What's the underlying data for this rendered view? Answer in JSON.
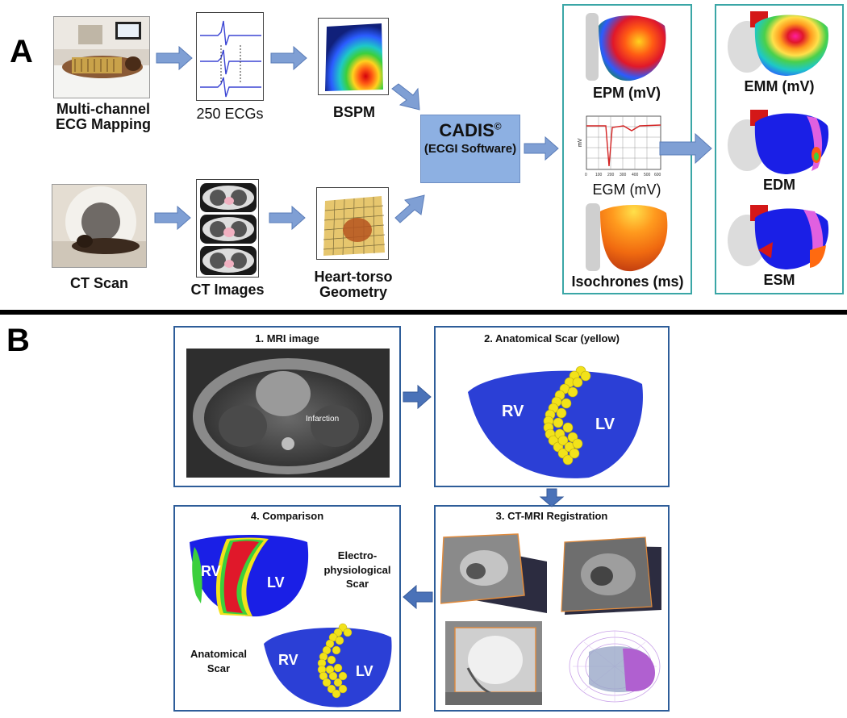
{
  "panel_a": {
    "letter": "A",
    "labels": {
      "mapping": "Multi-channel ECG Mapping",
      "ecgs": "250 ECGs",
      "bspm": "BSPM",
      "ct_scan": "CT Scan",
      "ct_images": "CT Images",
      "geometry": "Heart-torso Geometry",
      "cadis_title": "CADIS",
      "cadis_mark": "©",
      "cadis_subtitle": "(ECGI Software)",
      "epm": "EPM (mV)",
      "egm": "EGM (mV)",
      "isochrones": "Isochrones (ms)",
      "emm": "EMM (mV)",
      "edm": "EDM",
      "esm": "ESM"
    },
    "egm_plot": {
      "y_label": "mV",
      "x_ticks": [
        "0",
        "100",
        "200",
        "300",
        "400",
        "500",
        "600"
      ]
    }
  },
  "panel_b": {
    "letter": "B",
    "boxes": {
      "mri": {
        "title": "1.  MRI image",
        "annotation": "Infarction"
      },
      "scar": {
        "title": "2.  Anatomical Scar (yellow)",
        "rv": "RV",
        "lv": "LV"
      },
      "registration": {
        "title": "3. CT-MRI Registration"
      },
      "comparison": {
        "title": "4.  Comparison",
        "rv": "RV",
        "lv": "LV",
        "electro_label": "Electro- physiological Scar",
        "anatomical_label": "Anatomical Scar"
      }
    }
  },
  "colors": {
    "arrow": "#7f9fd4",
    "teal_border": "#3aa6a6",
    "box_border": "#2e5d99",
    "cadis_fill": "#8db0e2",
    "heart_blue": "#2b3fd6",
    "scar_yellow": "#f2e21a"
  }
}
